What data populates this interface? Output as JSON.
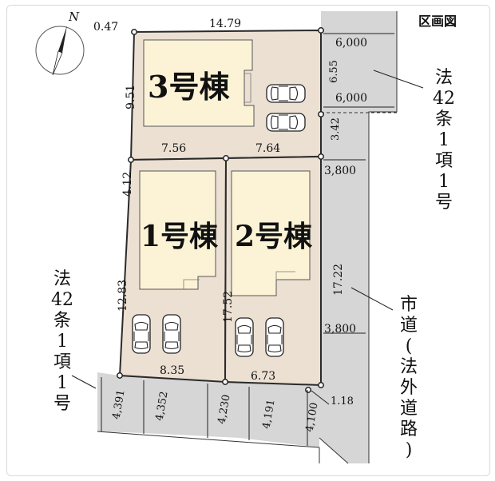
{
  "header": {
    "title": "区画図"
  },
  "compass": {
    "label": "N"
  },
  "buildings": {
    "b3": "3号棟",
    "b1": "1号棟",
    "b2": "2号棟"
  },
  "roads": {
    "upper_right": "法42条1項1号",
    "right": "市道(法外道路)",
    "left": "法42条1項1号"
  },
  "dimensions": {
    "d_0_47": "0.47",
    "d_14_79": "14.79",
    "d_9_51": "9.51",
    "d_6_55": "6.55",
    "d_3_42": "3.42",
    "d_7_56": "7.56",
    "d_7_64": "7.64",
    "d_4_12": "4.12",
    "d_12_83": "12.83",
    "d_17_52": "17.52",
    "d_17_22": "17.22",
    "d_8_35": "8.35",
    "d_6_73": "6.73",
    "d_1_18": "1.18"
  },
  "road_widths": {
    "w_6000_a": "6,000",
    "w_6000_b": "6,000",
    "w_3800_a": "3,800",
    "w_3800_b": "3,800",
    "w_4391": "4,391",
    "w_4352": "4,352",
    "w_4230": "4,230",
    "w_4191": "4,191",
    "w_4100": "4,100"
  },
  "colors": {
    "lot": "#ece0d3",
    "building": "#fcf3d6",
    "road": "#d6d6d6",
    "outline": "#2a2a2a"
  }
}
